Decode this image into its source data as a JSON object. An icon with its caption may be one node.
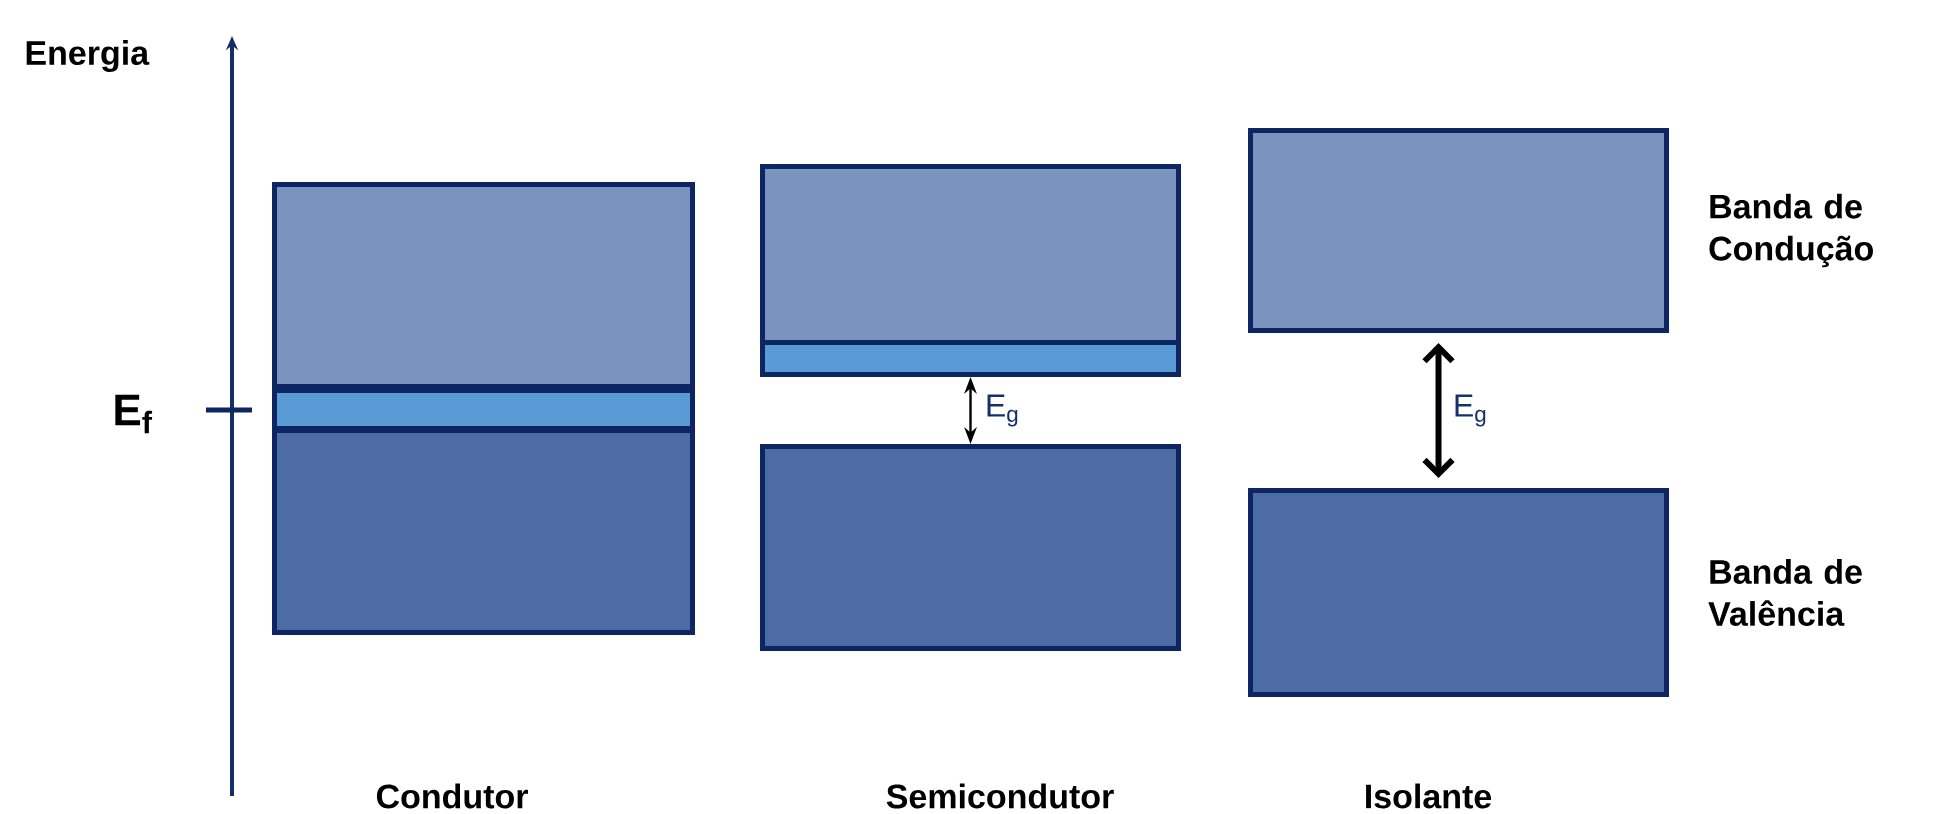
{
  "diagram": {
    "nodes": [
      {
        "text": [],
        "shape": "box"
      },
      {
        "text": [],
        "shape": "box"
      },
      {
        "text": [],
        "shape": "box"
      },
      {
        "text": [],
        "shape": "box"
      },
      {
        "text": [],
        "shape": "box"
      },
      {
        "text": [],
        "shape": "box"
      },
      {
        "text": [],
        "shape": "box",
        "beside": [
          "Banda de Condução"
        ]
      },
      {
        "text": [],
        "shape": "box",
        "beside": [
          "Banda de Valência"
        ]
      }
    ],
    "edges": [
      {
        "from": 4,
        "to": 5,
        "arrow": "both",
        "label": "E$_{g}$"
      },
      {
        "from": 6,
        "to": 7,
        "arrow": "both",
        "label": "E$_{g}$",
        "style": "thick"
      }
    ],
    "labels": [
      "Energia",
      "E$_{f}$",
      "Condutor",
      "Semicondutor",
      "Isolante"
    ]
  }
}
